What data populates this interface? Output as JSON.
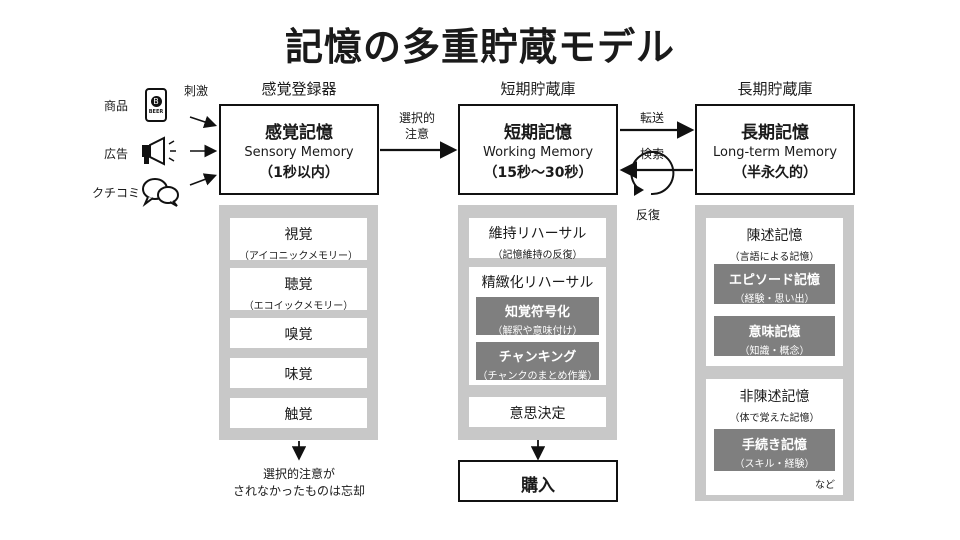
{
  "title": "記憶の多重貯蔵モデル",
  "inputs": {
    "stimulus_label": "刺激",
    "items": [
      "商品",
      "広告",
      "クチコミ"
    ],
    "can_text": "BEER",
    "can_badge": "B"
  },
  "sensory": {
    "heading": "感覚登録器",
    "jp": "感覚記憶",
    "en": "Sensory Memory",
    "duration": "（1秒以内）",
    "cards": [
      {
        "title": "視覚",
        "sub": "（アイコニックメモリー）"
      },
      {
        "title": "聴覚",
        "sub": "（エコイックメモリー）"
      },
      {
        "title": "嗅覚",
        "sub": ""
      },
      {
        "title": "味覚",
        "sub": ""
      },
      {
        "title": "触覚",
        "sub": ""
      }
    ],
    "forgotten": [
      "選択的注意が",
      "されなかったものは忘却"
    ]
  },
  "attention_label": [
    "選択的",
    "注意"
  ],
  "short": {
    "heading": "短期貯蔵庫",
    "jp": "短期記憶",
    "en": "Working Memory",
    "duration": "（15秒〜30秒）",
    "maintenance": {
      "title": "維持リハーサル",
      "sub": "（記憶維持の反復）"
    },
    "elaborative": {
      "title": "精緻化リハーサル"
    },
    "sub_items": [
      {
        "title": "知覚符号化",
        "sub": "（解釈や意味付け）"
      },
      {
        "title": "チャンキング",
        "sub": "（チャンクのまとめ作業）"
      }
    ],
    "decision": "意思決定",
    "purchase": "購入",
    "repeat": "反復"
  },
  "transfer_label": "転送",
  "retrieval_label": "検索",
  "long": {
    "heading": "長期貯蔵庫",
    "jp": "長期記憶",
    "en": "Long-term Memory",
    "duration": "（半永久的）",
    "declarative": {
      "title": "陳述記憶",
      "sub": "（言語による記憶）",
      "items": [
        {
          "title": "エピソード記憶",
          "sub": "（経験・思い出）"
        },
        {
          "title": "意味記憶",
          "sub": "（知識・概念）"
        }
      ]
    },
    "nondeclarative": {
      "title": "非陳述記憶",
      "sub": "（体で覚えた記憶）",
      "items": [
        {
          "title": "手続き記憶",
          "sub": "（スキル・経験）"
        }
      ],
      "etc": "など"
    }
  }
}
